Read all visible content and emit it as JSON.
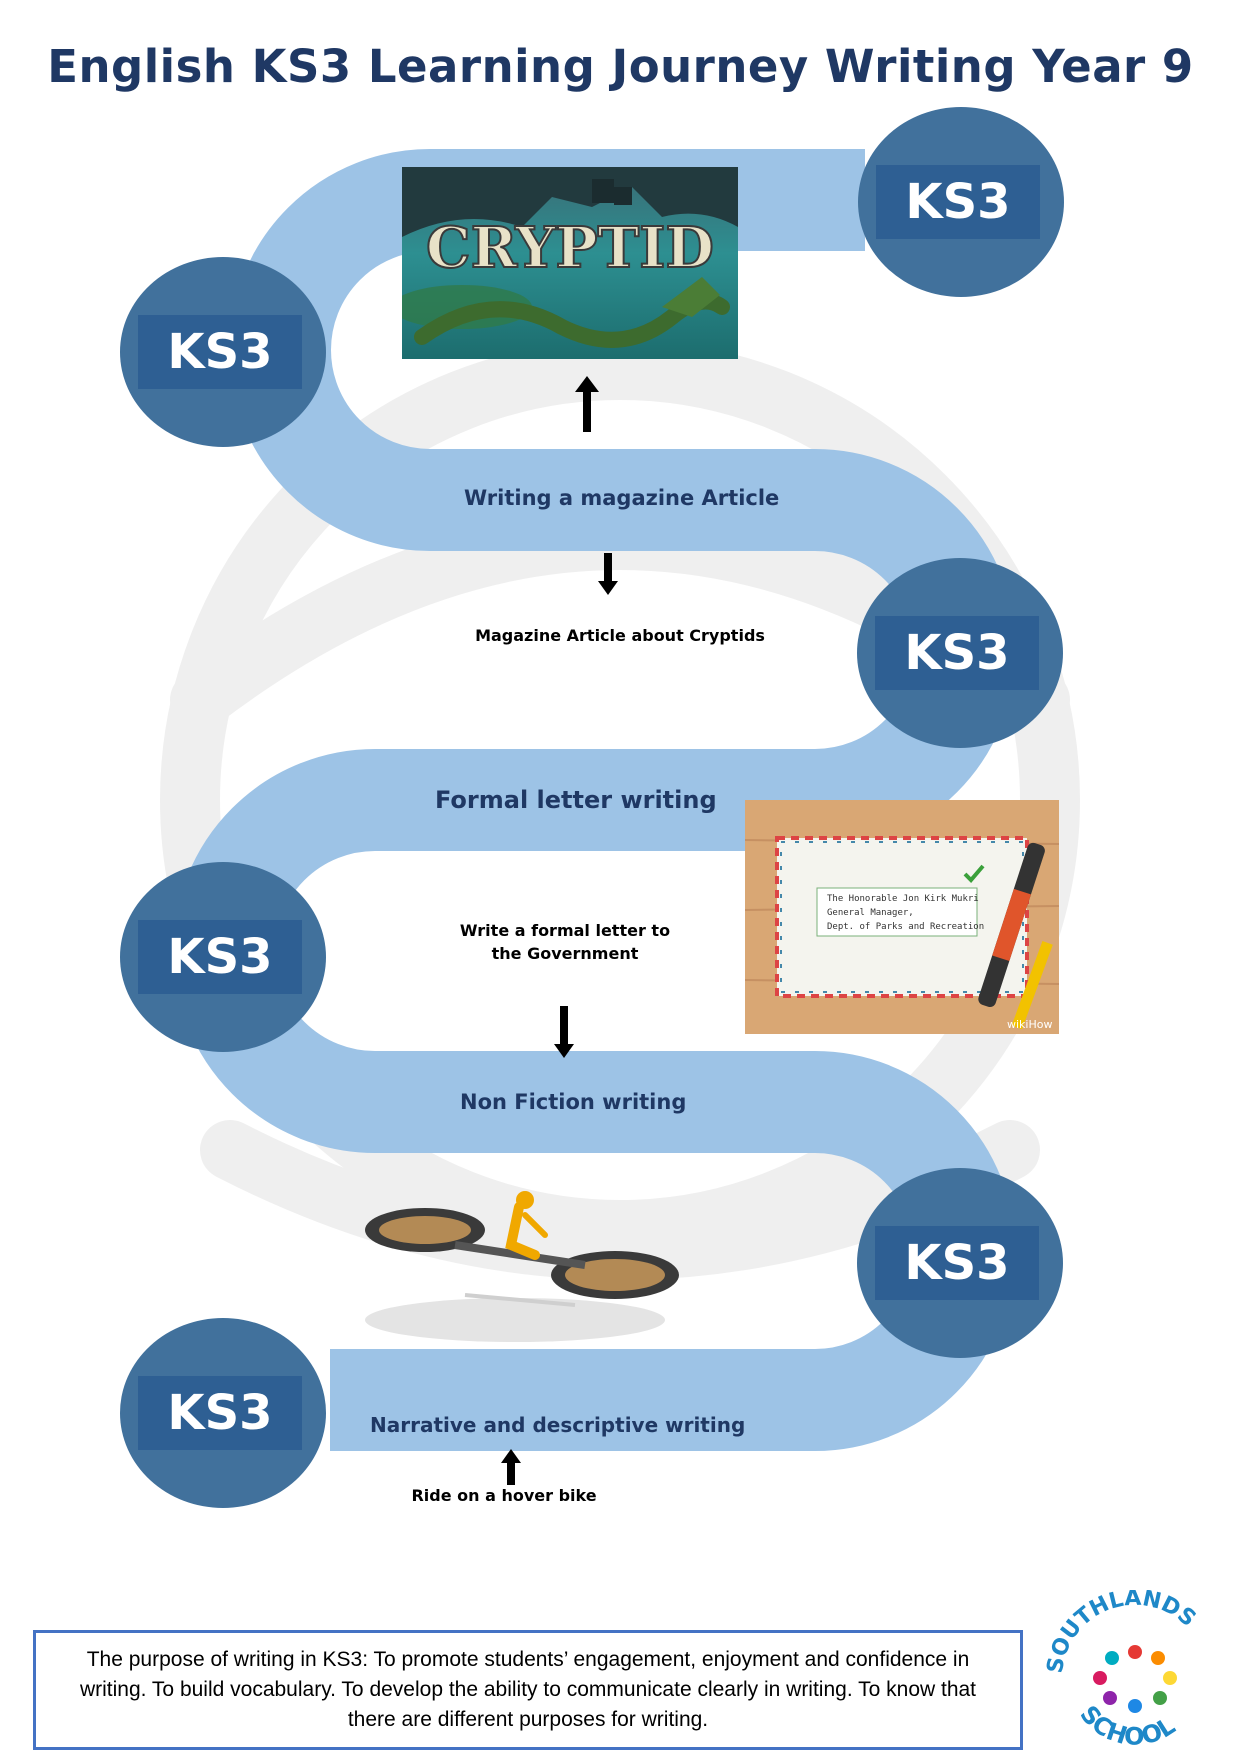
{
  "title": "English KS3 Learning Journey Writing Year 9",
  "node_label": "KS3",
  "stages": [
    {
      "label": "Writing a magazine Article",
      "note": "Magazine Article about Cryptids"
    },
    {
      "label": "Formal letter writing",
      "note": "Write a formal letter to the Government"
    },
    {
      "label": "Non Fiction writing",
      "note": ""
    },
    {
      "label": "Narrative and descriptive writing",
      "note": "Ride on a hover bike"
    }
  ],
  "images": {
    "cryptid_title": "CRYPTID",
    "letter_lines": [
      "The Honorable Jon Kirk Mukri",
      "General Manager,",
      "Dept. of Parks and Recreation"
    ],
    "letter_watermark": "wikiHow"
  },
  "footer": {
    "purpose": "The purpose of writing in KS3: To promote students’ engagement, enjoyment and confidence  in writing. To build vocabulary. To develop the ability to communicate clearly in writing. To know that there are different purposes for writing."
  },
  "logo": {
    "top_text": "SOUTHLANDS",
    "bottom_text": "SCHOOL"
  },
  "colors": {
    "road": "#9dc3e6",
    "node": "#41719c",
    "plate": "#2e5f93",
    "title": "#1f3864"
  }
}
